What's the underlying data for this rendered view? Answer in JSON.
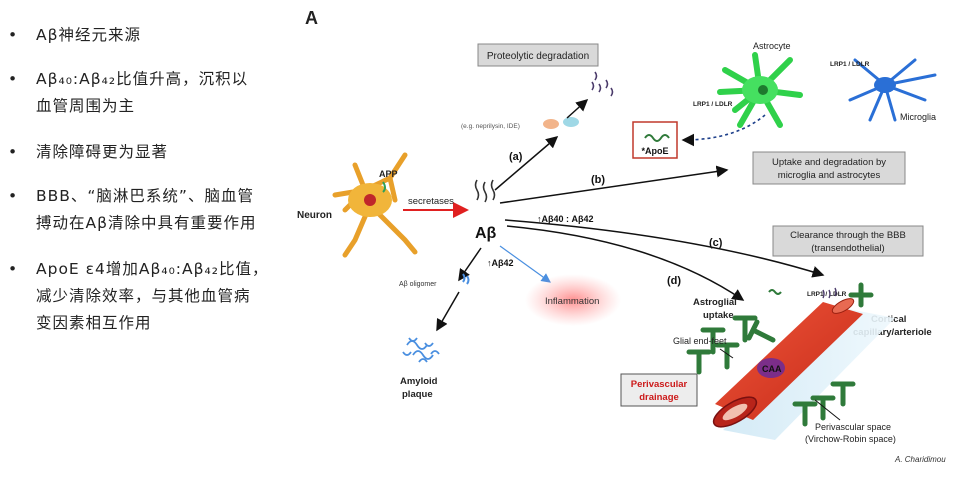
{
  "bullets": [
    {
      "line1": "Aβ神经元来源"
    },
    {
      "line1": "Aβ₄₀:Aβ₄₂比值升高，沉积以",
      "line2": "血管周围为主"
    },
    {
      "line1": "清除障碍更为显著"
    },
    {
      "line1": "BBB、“脑淋巴系统”、脑血管",
      "line2": "搏动在Aβ清除中具有重要作用"
    },
    {
      "line1": "ApoE ε4增加Aβ₄₀:Aβ₄₂比值，",
      "line2": "减少清除效率，与其他血管病",
      "line3": "变因素相互作用"
    }
  ],
  "bullet_symbol": "•",
  "figure": {
    "panel_label": "A",
    "neuron": "Neuron",
    "app": "APP",
    "secretases": "secretases",
    "abeta": "Aβ",
    "proteolytic": "Proteolytic degradation",
    "neprilysin": "(e.g. neprilysin, IDE)",
    "label_a": "(a)",
    "label_b": "(b)",
    "label_c": "(c)",
    "label_d": "(d)",
    "astrocyte": "Astrocyte",
    "lrp1_astro": "LRP1 / LDLR",
    "lrp1_micro": "LRP1 / LDLR",
    "microglia": "Microglia",
    "apoe": "*ApoE",
    "uptake_line1": "Uptake and degradation by",
    "uptake_line2": "microglia and astrocytes",
    "ratio": "↑Aβ40 : Aβ42",
    "abeta42": "↑Aβ42",
    "clearance_line1": "Clearance through the BBB",
    "clearance_line2": "(transendothelial)",
    "oligomer": "Aβ oligomer",
    "inflammation": "Inflammation",
    "astroglial_line1": "Astroglial",
    "astroglial_line2": "uptake",
    "lrp1_bbb": "LRP1 / LDLR",
    "cortical_line1": "Cortical",
    "cortical_line2": "capillary/arteriole",
    "glial": "Glial end-feet",
    "caa": "CAA",
    "perivascular_line1": "Perivascular",
    "perivascular_line2": "drainage",
    "amyloid_line1": "Amyloid",
    "amyloid_line2": "plaque",
    "pvs_line1": "Perivascular space",
    "pvs_line2": "(Virchow-Robin space)",
    "signature": "A. Charidimou"
  },
  "colors": {
    "arrow_red": "#e02020",
    "vessel_red": "#e53a22",
    "astrocyte_green": "#2fd14a",
    "microglia_blue": "#2a6fd6",
    "receptor_green": "#2f7a3a",
    "perivascular_red": "#cc1a1a",
    "apoe_box": "#c0392b"
  }
}
